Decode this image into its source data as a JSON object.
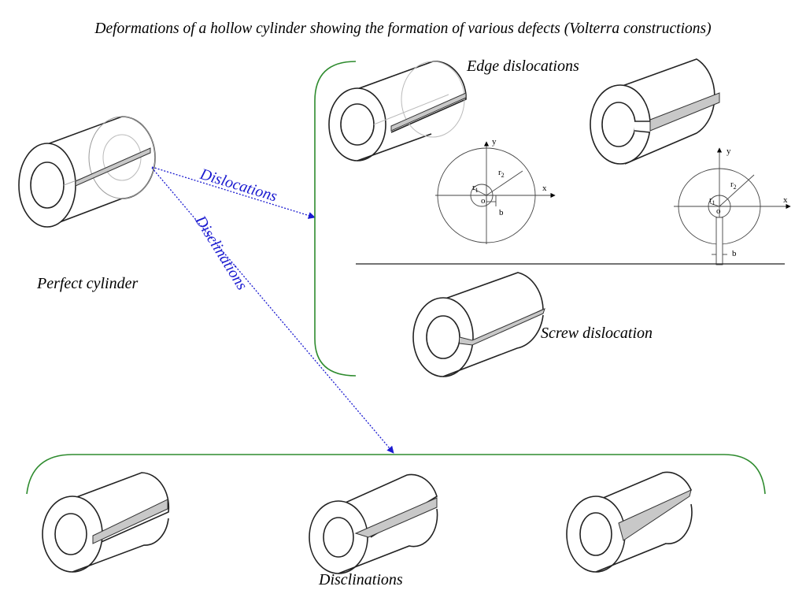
{
  "title": "Deformations of a hollow cylinder showing the formation of various defects (Volterra constructions)",
  "labels": {
    "perfect_cylinder": "Perfect cylinder",
    "edge_dislocations": "Edge dislocations",
    "screw_dislocation": "Screw dislocation",
    "disclinations": "Disclinations"
  },
  "arrows": {
    "dislocations": "Dislocations",
    "disclinations": "Disclinations"
  },
  "diagram1": {
    "y": "y",
    "x": "x",
    "r1": "r",
    "r1_sub": "1",
    "r2": "r",
    "r2_sub": "2",
    "o": "o",
    "b": "b"
  },
  "diagram2": {
    "y": "y",
    "x": "x",
    "r1": "r",
    "r1_sub": "1",
    "r2": "r",
    "r2_sub": "2",
    "o": "o",
    "b": "b"
  },
  "colors": {
    "arrow": "#1a1ad0",
    "bracket": "#2e8b2e",
    "slit_fill": "#c8c8c8"
  }
}
